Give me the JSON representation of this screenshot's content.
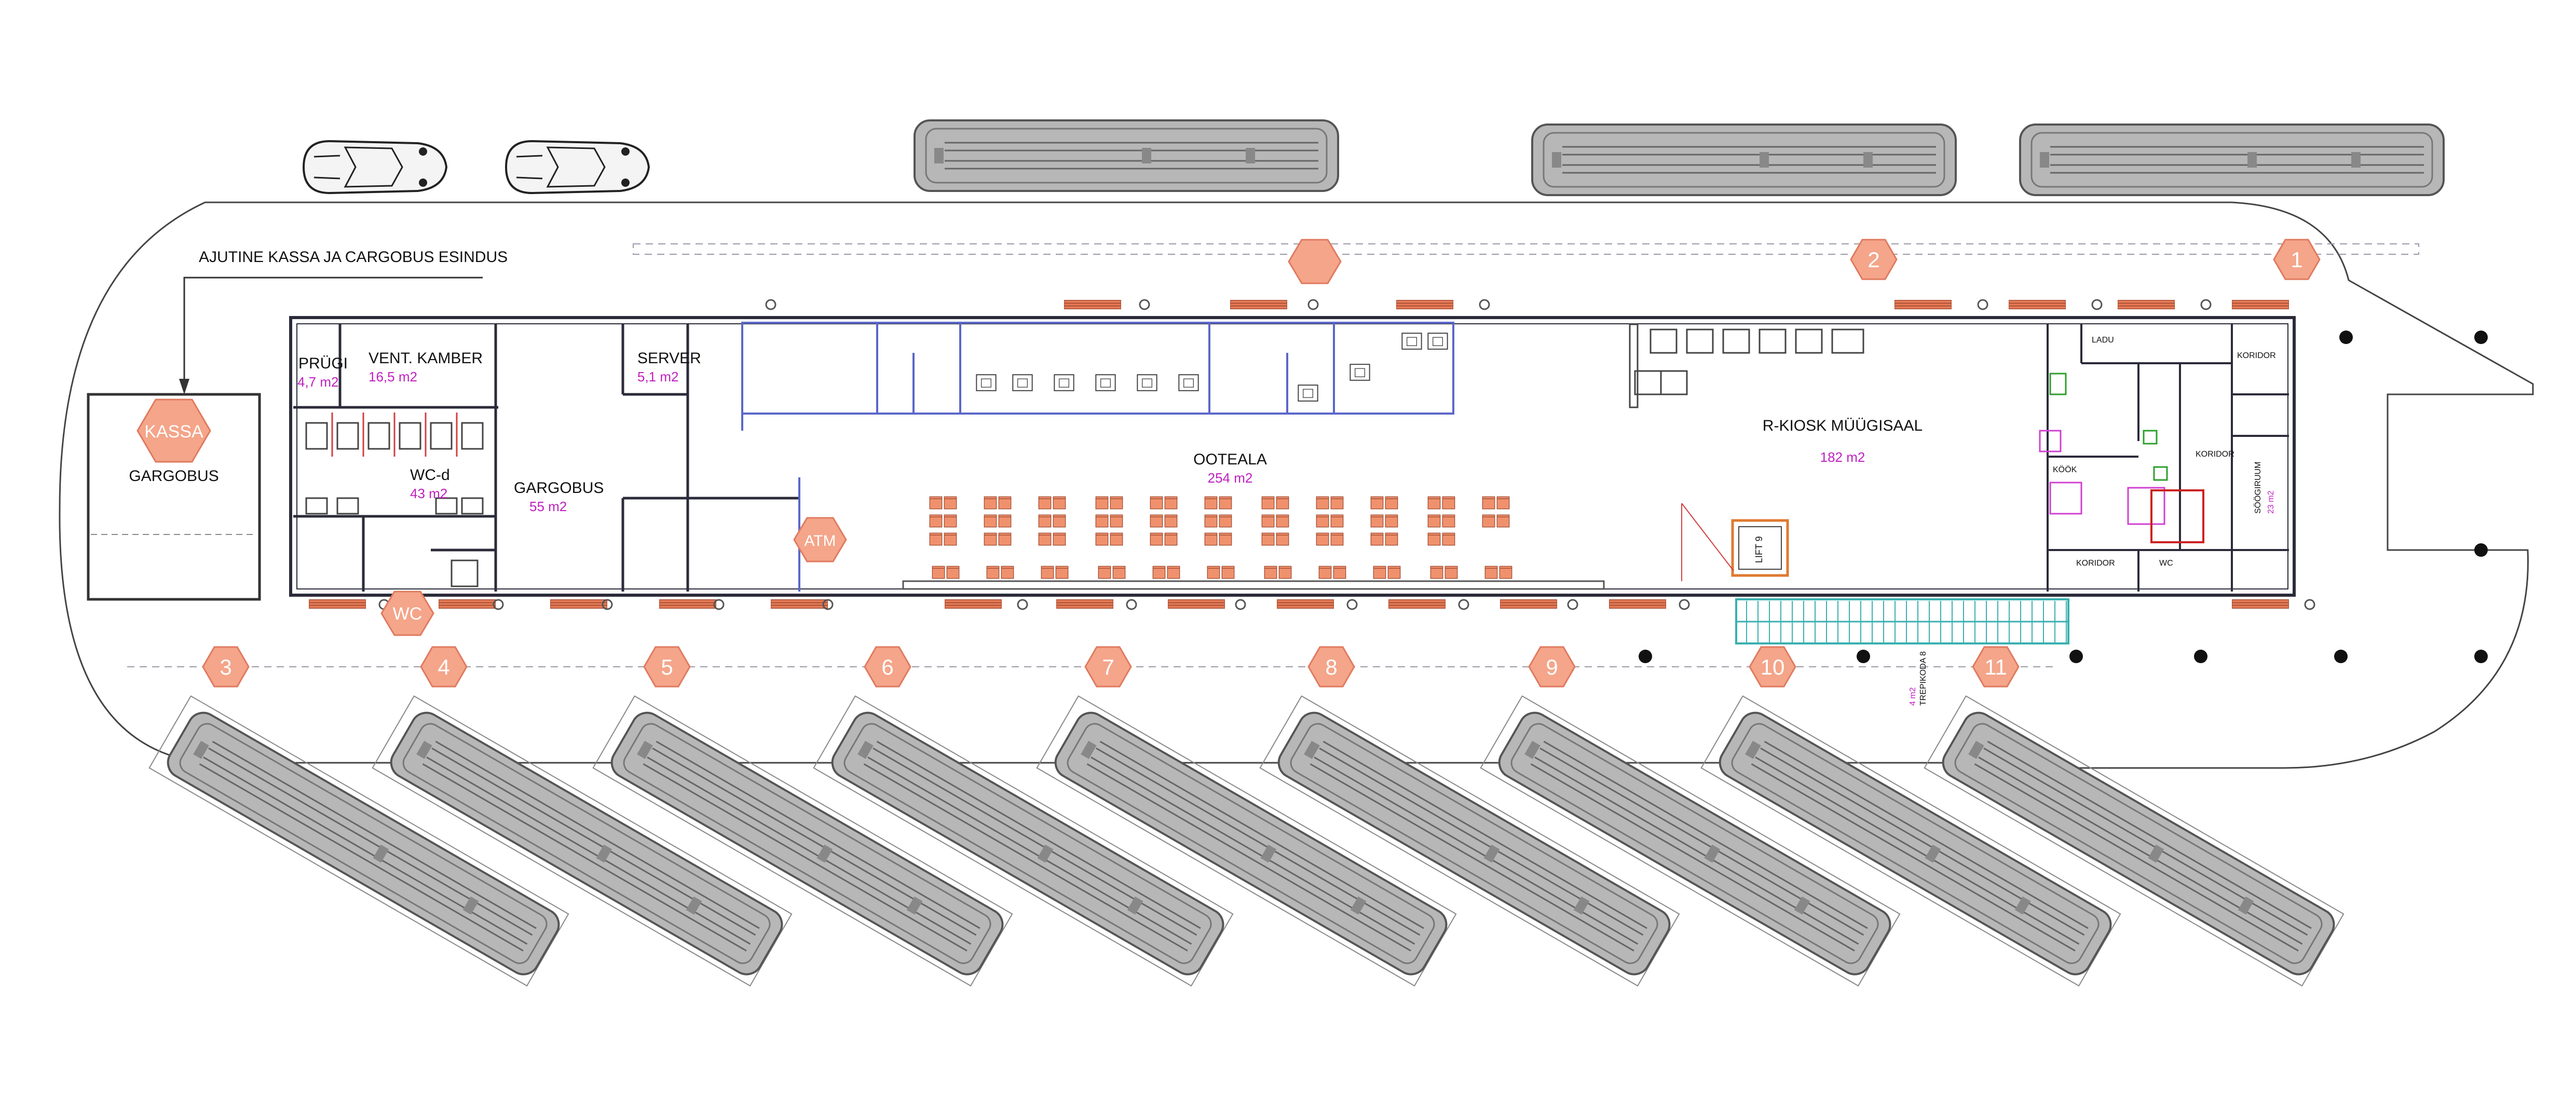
{
  "title": "AJUTINE KASSA JA CARGOBUS ESINDUS",
  "rooms": {
    "prugi": {
      "name": "PRÜGI",
      "area": "4,7 m2"
    },
    "vent": {
      "name": "VENT. KAMBER",
      "area": "16,5 m2"
    },
    "wcd": {
      "name": "WC-d",
      "area": "43 m2"
    },
    "gargobus_office": {
      "name": "GARGOBUS",
      "area": "55 m2"
    },
    "server": {
      "name": "SERVER",
      "area": "5,1 m2"
    },
    "ooteala": {
      "name": "OOTEALA",
      "area": "254 m2"
    },
    "rkiosk": {
      "name": "R-KIOSK MÜÜGISAAL",
      "area": "182 m2"
    },
    "gargobus_kiosk": {
      "name": "GARGOBUS"
    },
    "kook": {
      "name": "KÖÖK"
    },
    "koridor": {
      "name": "KORIDOR"
    },
    "ladu": {
      "name": "LADU"
    },
    "wc": {
      "name": "WC"
    },
    "sookla": {
      "name": "SÖÖGIRUUM",
      "area": "23 m2"
    },
    "lift": {
      "name": "LIFT 9"
    },
    "trepikoda": {
      "name": "TREPIKODA 8",
      "area": "4 m2"
    }
  },
  "badges": {
    "kassa": "KASSA",
    "wc": "WC",
    "atm": "ATM"
  },
  "platforms": [
    "1",
    "2",
    "3",
    "4",
    "5",
    "6",
    "7",
    "8",
    "9",
    "10",
    "11"
  ],
  "colors": {
    "hex_fill": "#f4a58a",
    "hex_stroke": "#e07a5f",
    "area_text": "#c020c0",
    "bus_fill": "#b5b5b5",
    "bench": "#e57a56",
    "wall": "#2b2b3a",
    "blue": "#5b67c8"
  }
}
